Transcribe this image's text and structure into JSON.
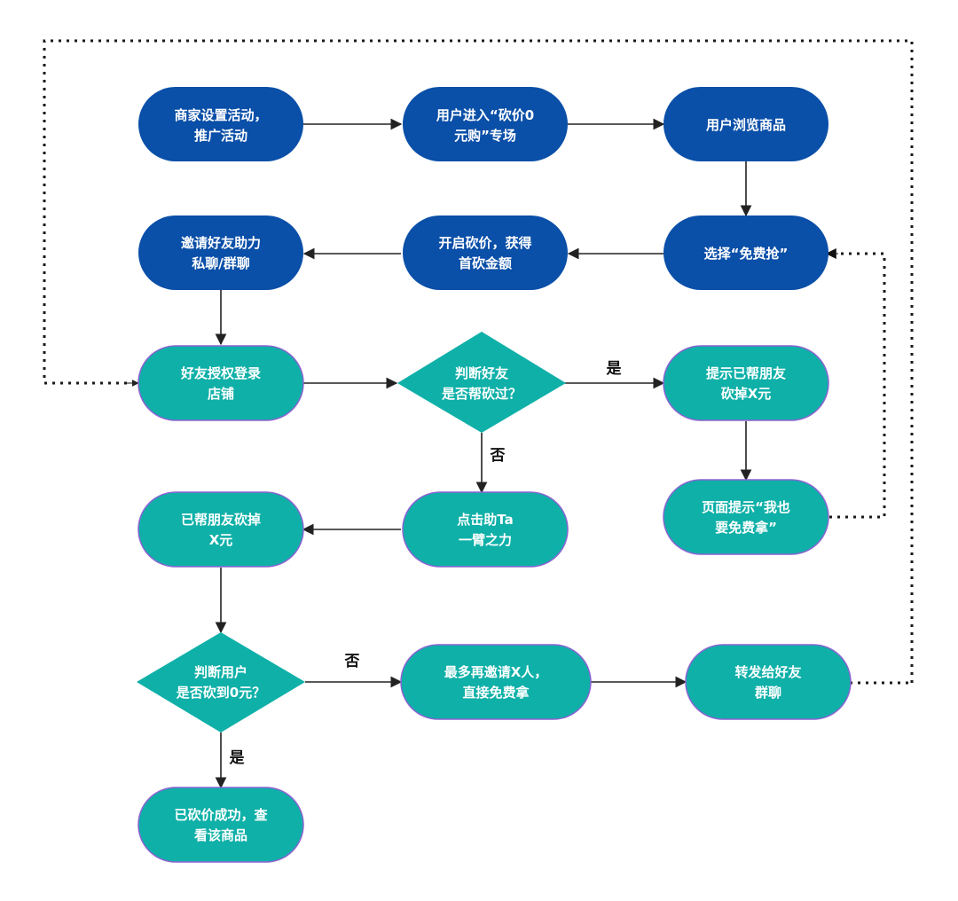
{
  "colors": {
    "blue": "#0a4fa8",
    "teal": "#0fb0a8",
    "teal_border": "#8a63d2",
    "line": "#222222"
  },
  "nodes": {
    "merchant_setup": {
      "line1": "商家设置活动，",
      "line2": "推广活动"
    },
    "enter_zone": {
      "line1": "用户进入“砍价0",
      "line2": "元购”专场"
    },
    "browse": {
      "line1": "用户浏览商品",
      "line2": ""
    },
    "invite": {
      "line1": "邀请好友助力",
      "line2": "私聊/群聊"
    },
    "start_bargain": {
      "line1": "开启砍价，获得",
      "line2": "首砍金额"
    },
    "choose_free": {
      "line1": "选择“免费抢”",
      "line2": ""
    },
    "friend_login": {
      "line1": "好友授权登录",
      "line2": "店铺"
    },
    "judge_friend": {
      "line1": "判断好友",
      "line2": "是否帮砍过？"
    },
    "hint_helped": {
      "line1": "提示已帮朋友",
      "line2": "砍掉X元"
    },
    "page_hint": {
      "line1": "页面提示“我也",
      "line2": "要免费拿”"
    },
    "helped_cut": {
      "line1": "已帮朋友砍掉",
      "line2": "X元"
    },
    "click_help": {
      "line1": "点击助Ta",
      "line2": "一臂之力"
    },
    "judge_user": {
      "line1": "判断用户",
      "line2": "是否砍到0元？"
    },
    "invite_more": {
      "line1": "最多再邀请X人，",
      "line2": "直接免费拿"
    },
    "forward": {
      "line1": "转发给好友",
      "line2": "群聊"
    },
    "success": {
      "line1": "已砍价成功，查",
      "line2": "看该商品"
    }
  },
  "edge_labels": {
    "yes_top": "是",
    "no_top": "否",
    "no_bottom": "否",
    "yes_bottom": "是"
  }
}
